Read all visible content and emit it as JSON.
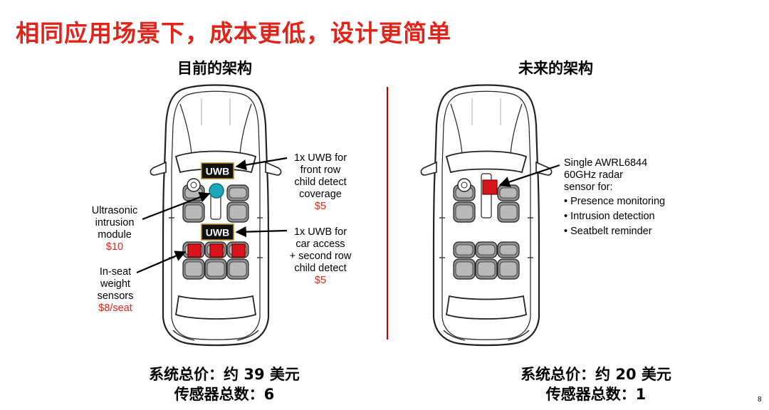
{
  "title": "相同应用场景下，成本更低，设计更简单",
  "left": {
    "heading": "目前的架构",
    "uwb_tag": "UWB",
    "callouts": {
      "uwb_front": {
        "lines": [
          "1x UWB for",
          "front row",
          "child detect",
          "coverage"
        ],
        "price": "$5"
      },
      "ultrasonic": {
        "lines": [
          "Ultrasonic",
          "intrusion",
          "module"
        ],
        "price": "$10"
      },
      "uwb_second": {
        "lines": [
          "1x UWB for",
          "car access",
          "+ second row",
          "child detect"
        ],
        "price": "$5"
      },
      "weight": {
        "lines": [
          "In-seat",
          "weight",
          "sensors"
        ],
        "price": "$8/seat"
      }
    },
    "footer": {
      "cost": "系统总价：约 39 美元",
      "count": "传感器总数：6"
    }
  },
  "right": {
    "heading": "未来的架构",
    "callout": {
      "lines": [
        "Single AWRL6844",
        "60GHz radar",
        "sensor for:"
      ],
      "bullets": [
        "Presence monitoring",
        "Intrusion detection",
        "Seatbelt reminder"
      ]
    },
    "footer": {
      "cost": "系统总价：约 20 美元",
      "count": "传感器总数：1"
    }
  },
  "page_number": "8",
  "colors": {
    "title": "#e2231a",
    "price": "#e2231a",
    "sensor": "#d8141c",
    "ultrasonic": "#1fa7b8",
    "uwb_bg": "#111111"
  }
}
